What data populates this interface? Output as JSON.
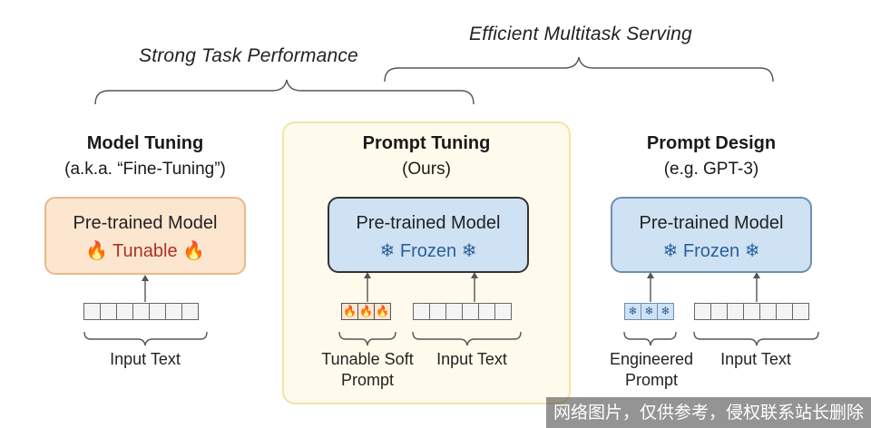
{
  "top_labels": {
    "strong": "Strong Task Performance",
    "efficient": "Efficient Multitask Serving"
  },
  "columns": [
    {
      "title": "Model Tuning",
      "subtitle": "(a.k.a. “Fine-Tuning”)",
      "model_label": "Pre-trained Model",
      "model_state": "Tunable",
      "state_icon": "fire-icon",
      "input_caption": "Input Text"
    },
    {
      "title": "Prompt Tuning",
      "subtitle": "(Ours)",
      "model_label": "Pre-trained Model",
      "model_state": "Frozen",
      "state_icon": "snowflake-icon",
      "prompt_caption_line1": "Tunable Soft",
      "prompt_caption_line2": "Prompt",
      "input_caption": "Input Text"
    },
    {
      "title": "Prompt Design",
      "subtitle": "(e.g. GPT-3)",
      "model_label": "Pre-trained Model",
      "model_state": "Frozen",
      "state_icon": "snowflake-icon",
      "prompt_caption_line1": "Engineered",
      "prompt_caption_line2": "Prompt",
      "input_caption": "Input Text"
    }
  ],
  "watermark": "网络图片，仅供参考，侵权联系站长删除",
  "colors": {
    "tunable_bg": "#fde6cf",
    "frozen_bg": "#cfe2f3",
    "highlight_panel": "#fffbec",
    "tunable_text": "#a93226",
    "frozen_text": "#2a5f9a"
  }
}
